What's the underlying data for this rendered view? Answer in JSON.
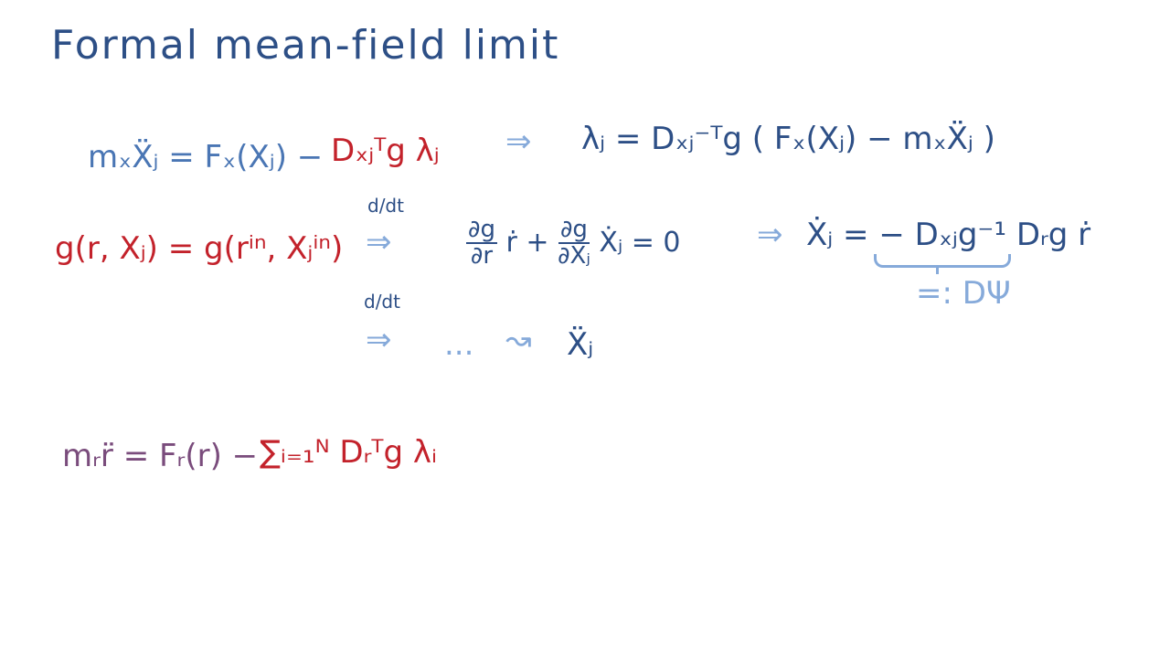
{
  "title": "Formal mean-field limit",
  "colors": {
    "dark": "#2d4f86",
    "mid": "#4a76b4",
    "light": "#86aada",
    "red": "#c3222b",
    "purple": "#7a4c7c"
  },
  "eq1": {
    "lhs": "mₓẌⱼ = Fₓ(Xⱼ) −",
    "constraint": "Dₓⱼᵀg λⱼ",
    "implies": "⇒",
    "rhs": "λⱼ = Dₓⱼ⁻ᵀg ( Fₓ(Xⱼ) − mₓẌⱼ )"
  },
  "eq2": {
    "lhs": "g(r, Xⱼ) = g(rⁱⁿ, Xⱼⁱⁿ)",
    "ddt": "d/dt",
    "implies1": "⇒",
    "dg": "∂g",
    "dr": "∂r",
    "dxj": "∂Xⱼ",
    "middle_rdot": "ṙ +",
    "middle_rest": "Ẋⱼ = 0",
    "implies2": "⇒",
    "rhs": "Ẋⱼ = − Dₓⱼg⁻¹ Dᵣg ṙ",
    "brace_label": "=: DΨ"
  },
  "eq3": {
    "ddt": "d/dt",
    "implies": "⇒",
    "dots": "...",
    "leadsto": "↝",
    "result": "Ẍⱼ"
  },
  "eq4": {
    "lhs": "mᵣr̈ = Fᵣ(r) −",
    "sum": "∑ᵢ₌₁ᴺ Dᵣᵀg λᵢ"
  }
}
